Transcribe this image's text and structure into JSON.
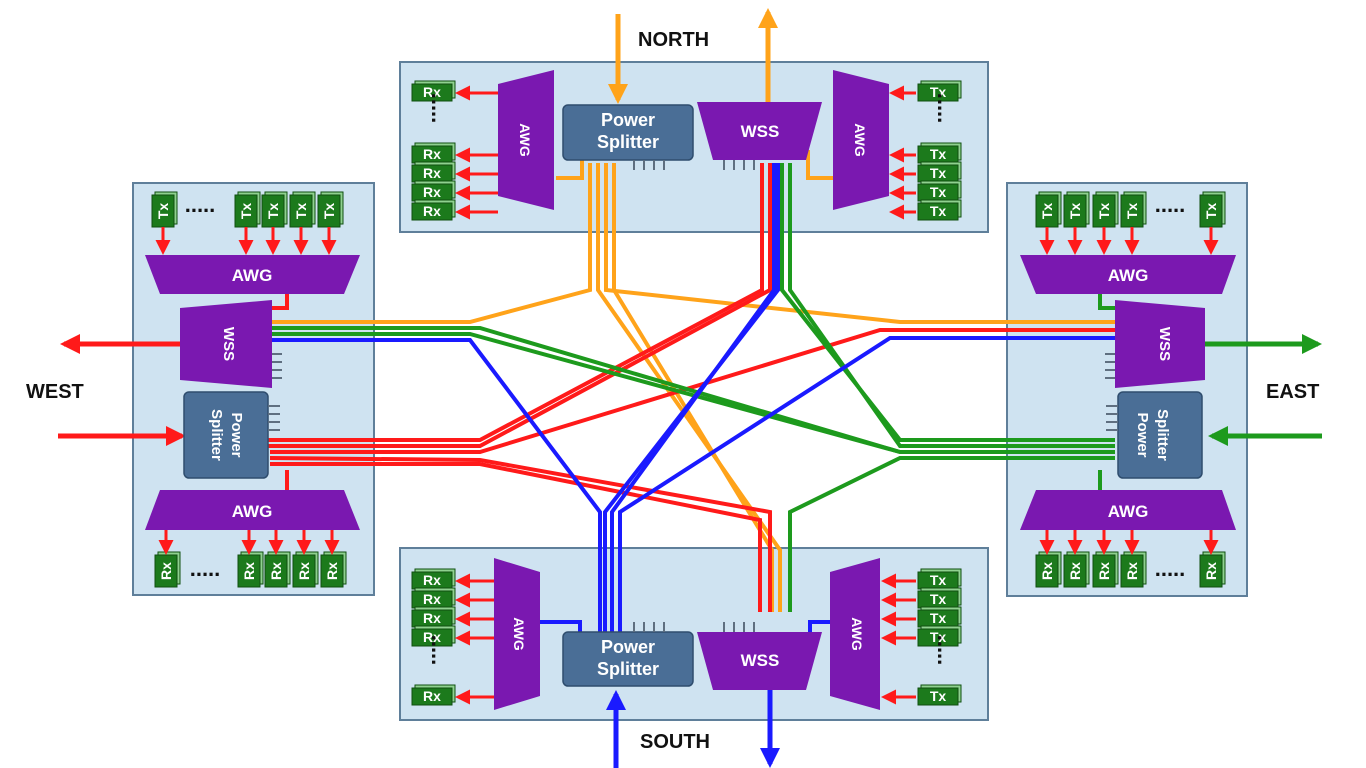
{
  "directions": {
    "north": "NORTH",
    "south": "SOUTH",
    "east": "EAST",
    "west": "WEST"
  },
  "blocks": {
    "awg": "AWG",
    "wss": "WSS",
    "power": "Power",
    "splitter": "Splitter"
  },
  "transceivers": {
    "rx": "Rx",
    "tx": "Tx",
    "ellipsis": "....."
  },
  "colors": {
    "panel": "#cfe3f1",
    "panel_border": "#5f7f9a",
    "awg": "#7a18b0",
    "wss": "#7a18b0",
    "splitter": "#4a6e96",
    "trx": "#1c7a1c",
    "red": "#ff1a1a",
    "orange": "#ffa31a",
    "green": "#1d9a1d",
    "blue": "#1a1aff"
  }
}
